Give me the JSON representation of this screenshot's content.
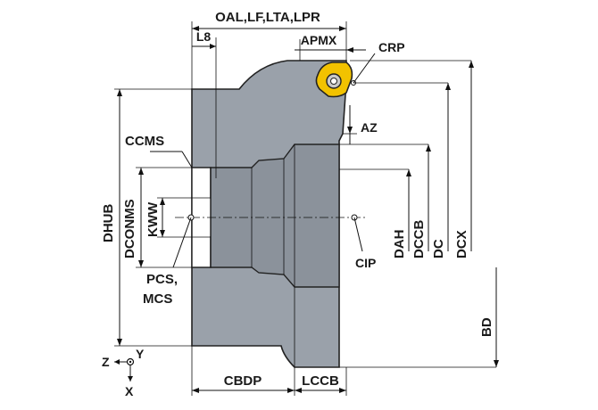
{
  "labels": {
    "oal": "OAL,LF,LTA,LPR",
    "l8": "L8",
    "apmx": "APMX",
    "crp": "CRP",
    "az": "AZ",
    "ccms": "CCMS",
    "dhub": "DHUB",
    "dconms": "DCONMS",
    "kww": "KWW",
    "dah": "DAH",
    "dccb": "DCCB",
    "dc": "DC",
    "dcx": "DCX",
    "cip": "CIP",
    "pcs": "PCS,",
    "mcs": "MCS",
    "bd": "BD",
    "cbdp": "CBDP",
    "lccb": "LCCB",
    "axis_z": "Z",
    "axis_y": "Y",
    "axis_x": "X"
  },
  "colors": {
    "body_fill": "#9aa1aa",
    "insert_fill": "#f2c200",
    "outline": "#222222"
  }
}
